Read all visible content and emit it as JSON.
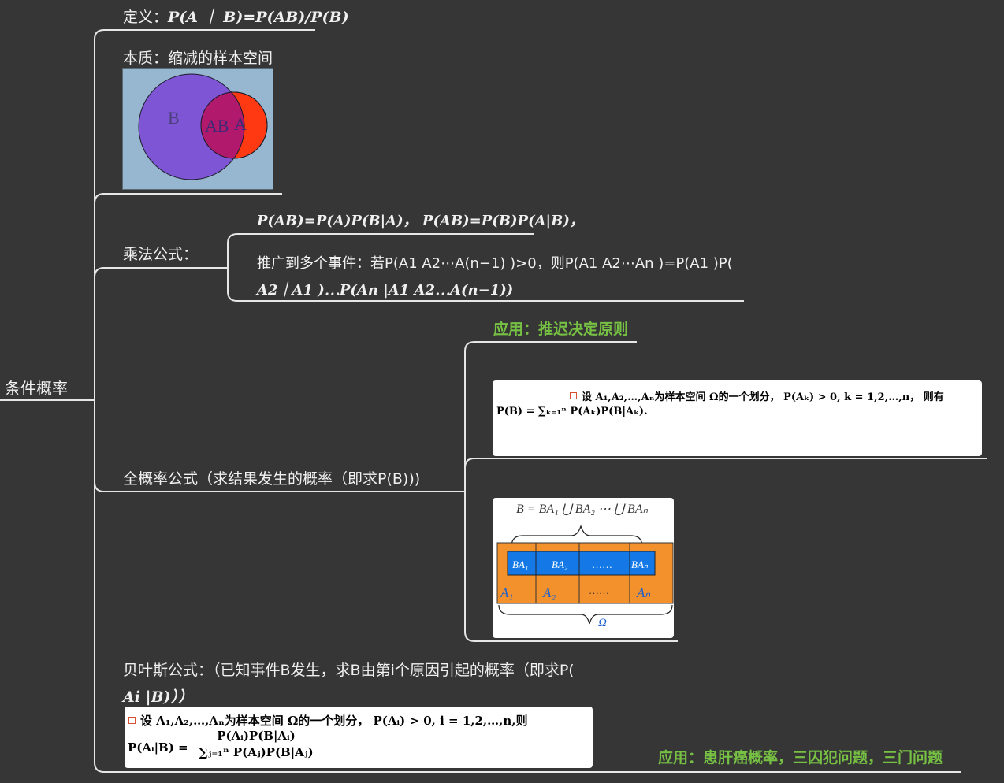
{
  "root": {
    "label": "条件概率"
  },
  "definition": {
    "label": "定义：",
    "formula": "P(A ｜ B)=P(AB)/P(B)"
  },
  "essence": {
    "label": "本质：缩减的样本空间",
    "venn": {
      "b_label": "B",
      "ab_label": "AB",
      "a_label": "A",
      "colors": {
        "background": "#97b7d0",
        "b": "#7e55d5",
        "a": "#ff3a12",
        "overlap": "#b0196c"
      }
    }
  },
  "multiplication": {
    "label": "乘法公式：",
    "formula": "P(AB)=P(A)P(B|A)，  P(AB)=P(B)P(A|B)，",
    "extension_line1": "推广到多个事件：若P(A1 A2⋯A(n−1) )>0，则P(A1 A2⋯An )=P(A1 )P(",
    "extension_line2": "A2｜A1 )⋯P(An |A1 A2⋯A(n−1))"
  },
  "total_probability": {
    "label": "全概率公式（求结果发生的概率（即求P(B)))",
    "application": "应用：推迟决定原则",
    "card_line1": "设 A₁,A₂,…,Aₙ为样本空间 Ω的一个划分，  P(Aₖ) > 0, k = 1,2,…,n，  则有",
    "card_line2": "P(B) = ∑ₖ₌₁ⁿ P(Aₖ)P(B|Aₖ).",
    "partition": {
      "top_formula": "B  =  BA₁ ⋃ BA₂ ⋯ ⋃ BAₙ",
      "inner_cells": [
        "BA₁",
        "BA₂",
        "……",
        "BAₙ"
      ],
      "outer_cells": [
        "A₁",
        "A₂",
        "……",
        "Aₙ"
      ],
      "omega": "Ω"
    }
  },
  "bayes": {
    "label_line1": "贝叶斯公式：（已知事件B发生，求B由第i个原因引起的概率（即求P(",
    "label_line2": "Ai |B)））",
    "card_line1": "设 A₁,A₂,…,Aₙ为样本空间 Ω的一个划分，  P(Aᵢ) > 0, i = 1,2,…,n,则",
    "card_lhs": "P(Aᵢ|B) =",
    "card_numerator": "P(Aᵢ)P(B|Aᵢ)",
    "card_denominator": "∑ⱼ₌₁ⁿ P(Aⱼ)P(B|Aⱼ)",
    "application": "应用：患肝癌概率，三囚犯问题，三门问题"
  },
  "colors": {
    "background": "#363636",
    "branch": "#e6e6e6",
    "accent_green": "#76c043"
  }
}
